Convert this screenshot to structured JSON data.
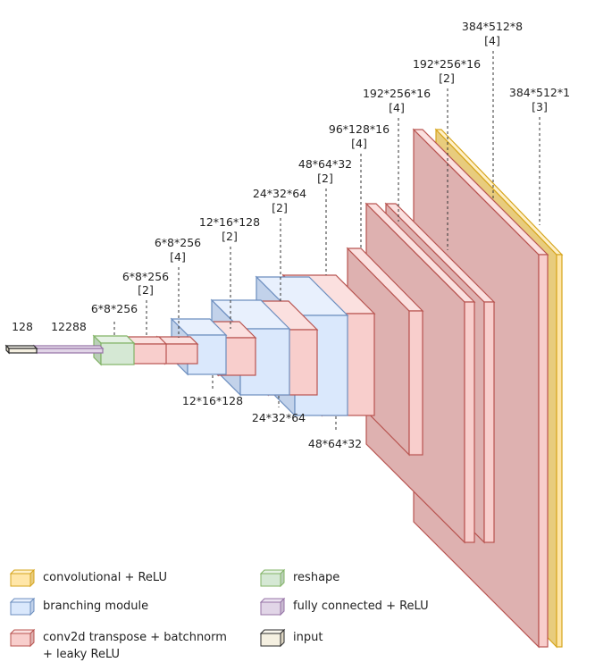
{
  "colors": {
    "conv_relu": {
      "front": "#ffe6a8",
      "side": "#e8cc7d",
      "top": "#fff0c8",
      "stroke": "#d6a51e"
    },
    "branching": {
      "front": "#dae8fc",
      "side": "#c2d2ea",
      "top": "#e8f0fd",
      "stroke": "#6c8ebf"
    },
    "conv2d_t": {
      "front": "#f8cecc",
      "side": "#deb1b0",
      "top": "#fbe0df",
      "stroke": "#b85450"
    },
    "reshape": {
      "front": "#d5e8d4",
      "side": "#bad0b8",
      "top": "#e5f1e4",
      "stroke": "#82b366"
    },
    "fully_connected": {
      "front": "#e1d5e7",
      "side": "#c8bad0",
      "top": "#ece3f0",
      "stroke": "#9673a6"
    },
    "input": {
      "front": "#f5f0e1",
      "side": "#ddd6c3",
      "top": "#faf7ee",
      "stroke": "#2b2b2b"
    }
  },
  "layers": [
    {
      "kind": "input",
      "top_label": "128",
      "top_sub": ""
    },
    {
      "kind": "fully_connected",
      "top_label": "12288",
      "top_sub": ""
    },
    {
      "kind": "reshape",
      "top_label": "6*8*256",
      "top_sub": ""
    },
    {
      "kind": "conv2d_t",
      "top_label": "6*8*256",
      "top_sub": "[2]"
    },
    {
      "kind": "conv2d_t",
      "top_label": "6*8*256",
      "top_sub": "[4]"
    },
    {
      "kind": "branching",
      "bottom_label": "12*16*128"
    },
    {
      "kind": "conv2d_t",
      "top_label": "12*16*128",
      "top_sub": "[2]"
    },
    {
      "kind": "branching",
      "bottom_label": "24*32*64"
    },
    {
      "kind": "conv2d_t",
      "top_label": "24*32*64",
      "top_sub": "[2]"
    },
    {
      "kind": "branching",
      "bottom_label": "48*64*32"
    },
    {
      "kind": "conv2d_t",
      "top_label": "48*64*32",
      "top_sub": "[2]"
    },
    {
      "kind": "conv2d_t",
      "top_label": "96*128*16",
      "top_sub": "[4]"
    },
    {
      "kind": "conv2d_t",
      "top_label": "192*256*16",
      "top_sub": "[4]"
    },
    {
      "kind": "conv2d_t",
      "top_label": "192*256*16",
      "top_sub": "[2]"
    },
    {
      "kind": "conv2d_t",
      "top_label": "384*512*8",
      "top_sub": "[4]"
    },
    {
      "kind": "conv_relu",
      "top_label": "384*512*1",
      "top_sub": "[3]"
    }
  ],
  "legend": [
    {
      "kind": "conv_relu",
      "lines": [
        "convolutional + ReLU"
      ]
    },
    {
      "kind": "branching",
      "lines": [
        "branching module"
      ]
    },
    {
      "kind": "conv2d_t",
      "lines": [
        "conv2d transpose + batchnorm",
        "+ leaky ReLU"
      ]
    },
    {
      "kind": "reshape",
      "lines": [
        "reshape"
      ]
    },
    {
      "kind": "fully_connected",
      "lines": [
        "fully connected + ReLU"
      ]
    },
    {
      "kind": "input",
      "lines": [
        "input"
      ]
    }
  ]
}
